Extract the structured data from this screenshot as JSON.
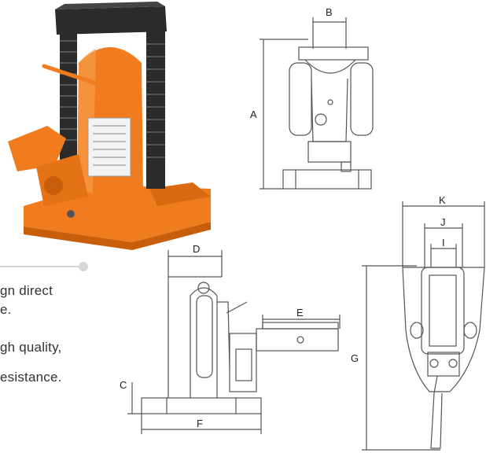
{
  "text_snippets": [
    "gn direct",
    "e.",
    "gh quality,",
    "esistance."
  ],
  "dimension_labels": {
    "a": "A",
    "b": "B",
    "c": "C",
    "d": "D",
    "e": "E",
    "f": "F",
    "g": "G",
    "i": "I",
    "j": "J",
    "k": "K"
  },
  "colors": {
    "jack_body": "#f07c1e",
    "jack_dark": "#c85e0a",
    "cap": "#2b2b2b",
    "line": "#555555"
  }
}
